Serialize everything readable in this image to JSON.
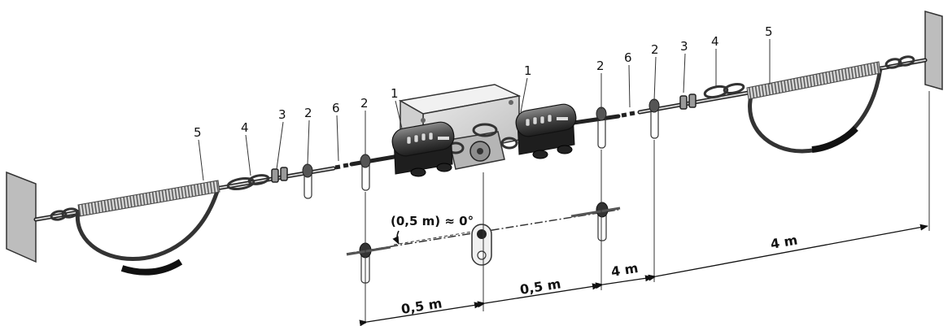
{
  "callouts": {
    "switch_left": "1",
    "switch_right": "1",
    "eyebolt_1": "2",
    "eyebolt_2": "2",
    "eyebolt_3": "2",
    "eyebolt_4": "2",
    "clamp_left": "3",
    "clamp_right": "3",
    "thimble_left": "4",
    "thimble_right": "4",
    "spring_left": "5",
    "spring_right": "5",
    "gap_left": "6",
    "gap_right": "6"
  },
  "dimensions": {
    "seg_a": "0,5 m",
    "seg_b": "0,5 m",
    "seg_c": "4 m",
    "seg_d": "4 m"
  },
  "angle_label": "(0,5 m) ≈ 0°"
}
